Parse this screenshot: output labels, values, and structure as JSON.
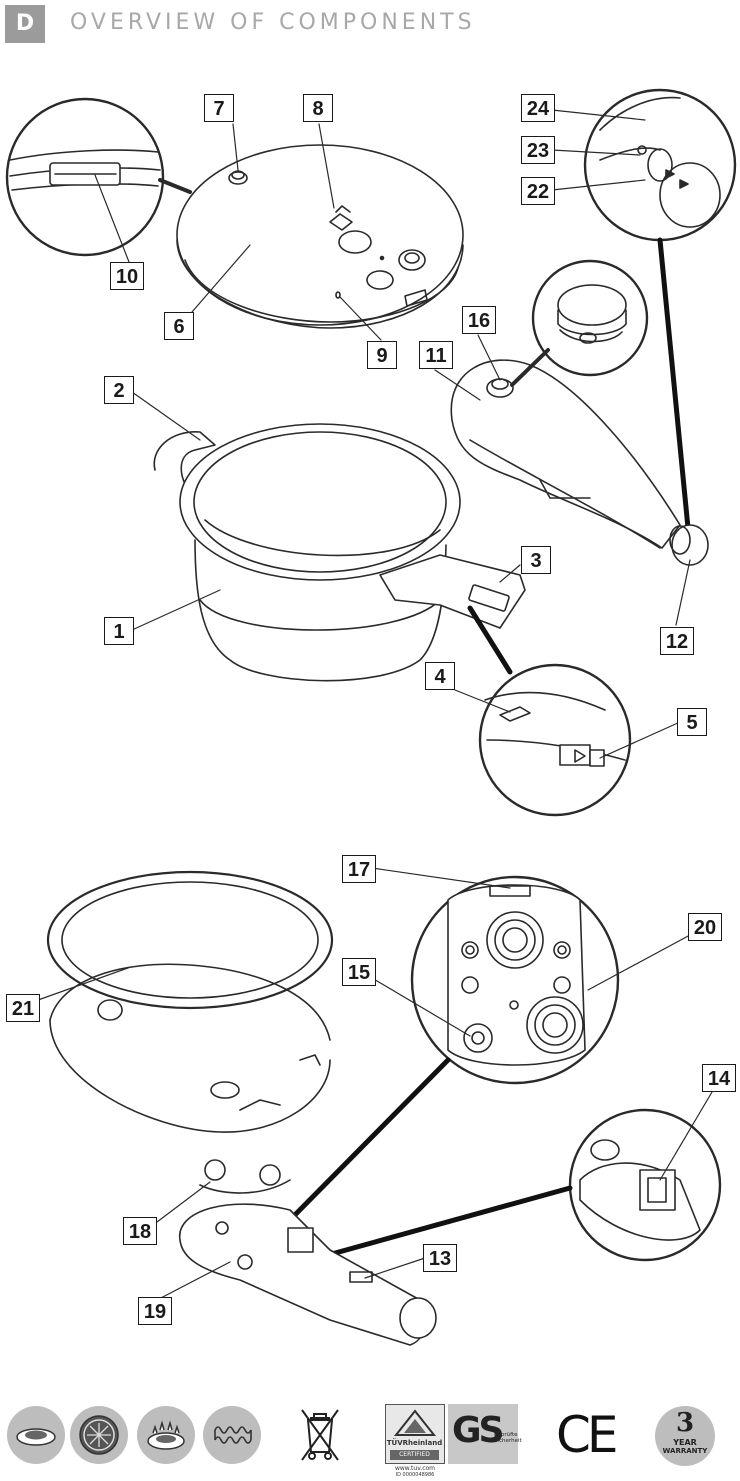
{
  "header": {
    "section_letter": "D",
    "title": "OVERVIEW OF COMPONENTS"
  },
  "callouts": [
    "1",
    "2",
    "3",
    "4",
    "5",
    "6",
    "7",
    "8",
    "9",
    "10",
    "11",
    "12",
    "13",
    "14",
    "15",
    "16",
    "17",
    "18",
    "19",
    "20",
    "21",
    "22",
    "23",
    "24"
  ],
  "footer": {
    "stove_icons": [
      "ceramic-hob-icon",
      "induction-hob-icon",
      "gas-burner-icon",
      "electric-coil-icon"
    ],
    "disposal_icon": "crossed-out-wheelie-bin-icon",
    "tuv": {
      "brand": "TÜVRheinland",
      "certified": "CERTIFIED",
      "web": "www.tuv.com",
      "id": "ID 0000048986"
    },
    "gs": {
      "mark": "GS",
      "sub": "geprüfte Sicherheit"
    },
    "ce": "CE",
    "warranty": {
      "number": "3",
      "year": "YEAR",
      "label": "WARRANTY"
    }
  }
}
